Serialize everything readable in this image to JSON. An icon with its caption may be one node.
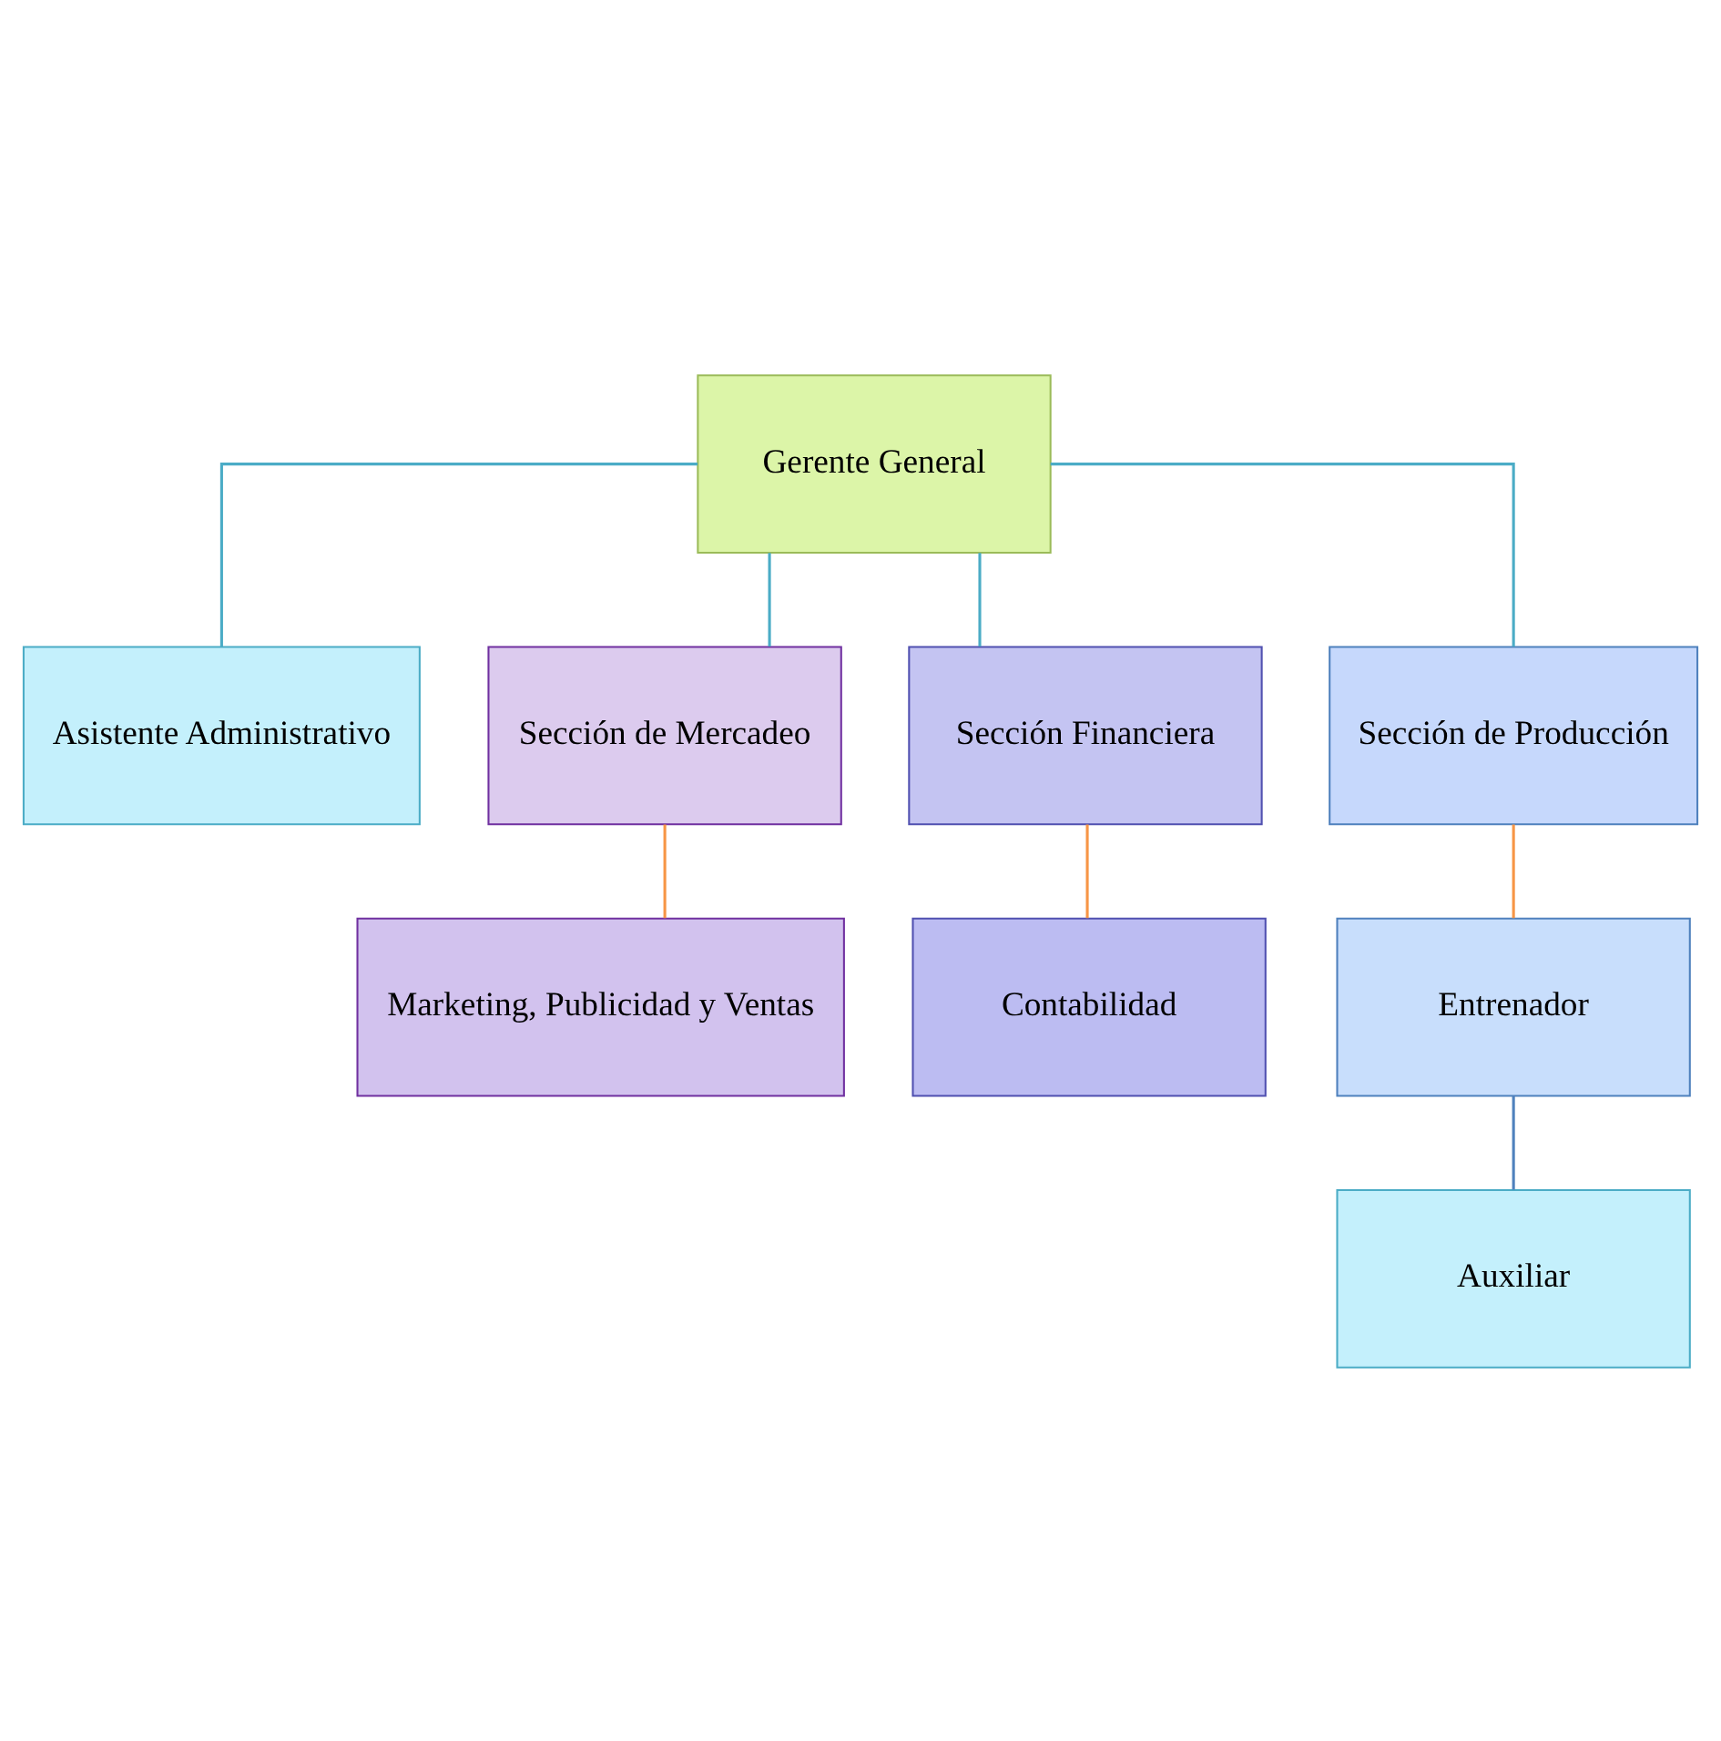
{
  "diagram": {
    "nodes": [
      {
        "text": [
          "Gerente General"
        ]
      },
      {
        "text": [
          "Asistente Administrativo"
        ]
      },
      {
        "text": [
          "Sección de Mercadeo"
        ]
      },
      {
        "text": [
          "Sección Financiera"
        ]
      },
      {
        "text": [
          "Sección de Producción"
        ]
      },
      {
        "text": [
          "Marketing, Publicidad y Ventas"
        ]
      },
      {
        "text": [
          "Contabilidad"
        ]
      },
      {
        "text": [
          "Entrenador"
        ]
      },
      {
        "text": [
          "Auxiliar"
        ]
      }
    ],
    "edges": [
      {
        "from": 0,
        "to": 1,
        "arrow": "none"
      },
      {
        "from": 0,
        "to": 2,
        "arrow": "none"
      },
      {
        "from": 0,
        "to": 3,
        "arrow": "none"
      },
      {
        "from": 0,
        "to": 4,
        "arrow": "none"
      },
      {
        "from": 2,
        "to": 5,
        "arrow": "none",
        "color": "#f79646"
      },
      {
        "from": 3,
        "to": 6,
        "arrow": "none",
        "color": "#f79646"
      },
      {
        "from": 4,
        "to": 7,
        "arrow": "none",
        "color": "#f79646"
      },
      {
        "from": 7,
        "to": 8,
        "arrow": "none",
        "color": "#4f81bd"
      }
    ]
  }
}
